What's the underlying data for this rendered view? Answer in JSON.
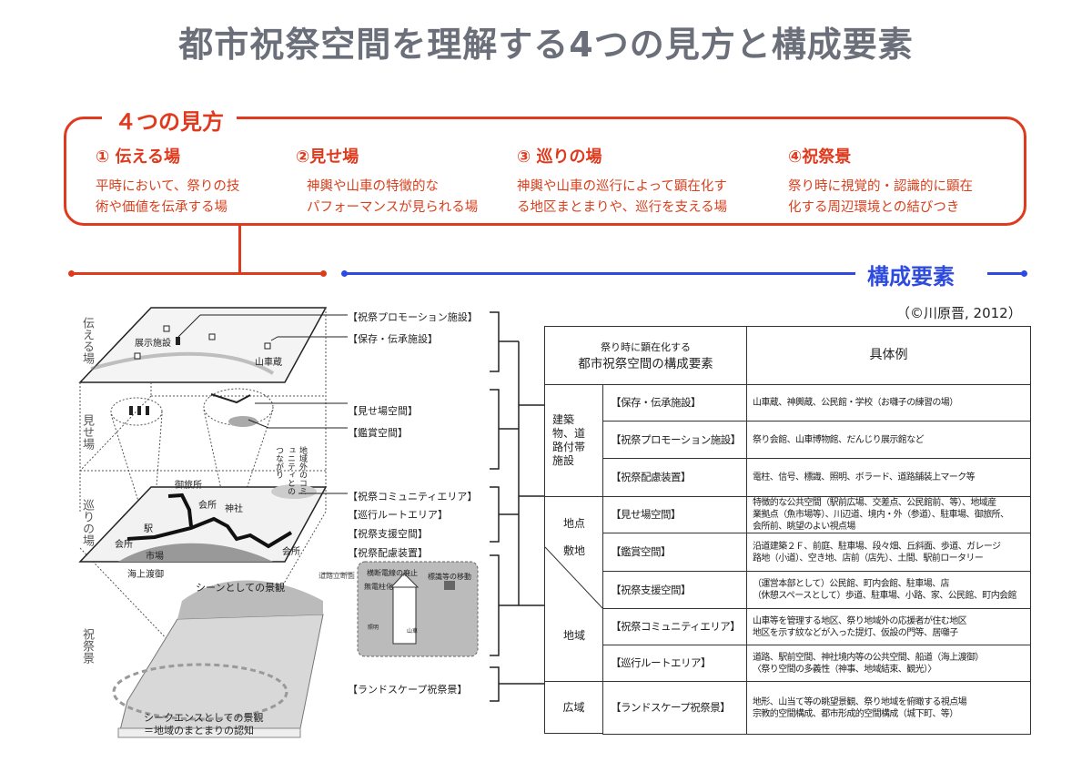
{
  "title": "都市祝祭空間を理解する4つの見方と構成要素",
  "views": {
    "label": "４つの見方",
    "items": [
      {
        "heading": "① 伝える場",
        "lines": [
          "平時において、祭りの技",
          "術や価値を伝承する場"
        ]
      },
      {
        "heading": "②見せ場",
        "lines": [
          "神輿や山車の特徴的な",
          "パフォーマンスが見られる場"
        ]
      },
      {
        "heading": "③ 巡りの場",
        "lines": [
          "神輿や山車の巡行によって顕在化す",
          "る地区まとまりや、巡行を支える場"
        ]
      },
      {
        "heading": "④祝祭景",
        "lines": [
          "祭り時に視覚的・認識的に顕在",
          "化する周辺環境との結びつき"
        ]
      }
    ]
  },
  "elements_label": "構成要素",
  "credit": "（©川原晋, 2012）",
  "colors": {
    "title": "#6b6f7a",
    "views": "#e03a1e",
    "elements": "#2e4be0"
  },
  "illustration": {
    "layers": [
      "伝える場",
      "見せ場",
      "巡りの場",
      "祝祭景"
    ],
    "labels": {
      "exhibit": "展示施設",
      "dashi_storage": "山車蔵",
      "otabisho": "御旅所",
      "kaisho": "会所",
      "shrine": "神社",
      "station": "駅",
      "market": "市場",
      "sea_crossing": "海上渡御",
      "community_link": "地域外のコミュニティとのつながり",
      "scene": "シーンとしての景観",
      "sequence": [
        "シークエンスとしての景観",
        "＝地域のまとまりの認知"
      ],
      "road_section": "道路立断面",
      "no_poles": "無電柱化",
      "wire_removal": "横断電線の廃止",
      "sign_move": "標識等の移動",
      "dashi": "山車",
      "lighting": "照明"
    },
    "callouts": [
      "【祝祭プロモーション施設】",
      "【保存・伝承施設】",
      "【見せ場空間】",
      "【鑑賞空間】",
      "【祝祭コミュニティエリア】",
      "【巡行ルートエリア】",
      "【祝祭支援空間】",
      "【祝祭配慮装置】",
      "【ランドスケープ祝祭景】"
    ]
  },
  "table": {
    "header": {
      "col1_line1": "祭り時に顕在化する",
      "col1_line2": "都市祝祭空間の構成要素",
      "col2": "具体例"
    },
    "groups": [
      {
        "label": "建築物、道路付帯施設"
      },
      {
        "label_top": "地点",
        "label_mid": "敷地",
        "label_bottom": "地域"
      },
      {
        "label": "広域"
      }
    ],
    "rows": [
      {
        "element": "【保存・伝承施設】",
        "examples": [
          "山車蔵、神輿蔵、公民館・学校（お囃子の練習の場）"
        ]
      },
      {
        "element": "【祝祭プロモーション施設】",
        "examples": [
          "祭り会館、山車博物館、だんじり展示館など"
        ]
      },
      {
        "element": "【祝祭配慮装置】",
        "examples": [
          "電柱、信号、標識、照明、ボラード、道路舗装上マーク等"
        ]
      },
      {
        "element": "【見せ場空間】",
        "examples": [
          "特徴的な公共空間（駅前広場、交差点、公民館前、等）、地域産",
          "業拠点（魚市場等）、川辺道、境内・外（参道）、駐車場、御旅所、",
          "会所前、眺望のよい視点場"
        ]
      },
      {
        "element": "【鑑賞空間】",
        "examples": [
          "沿道建築２Ｆ、前庭、駐車場、段々畑、丘斜面、歩道、ガレージ",
          "路地（小道）、空き地、店前（店先）、土間、駅前ロータリー"
        ]
      },
      {
        "element": "【祝祭支援空間】",
        "examples": [
          "（運営本部として）公民館、町内会館、駐車場、店",
          "（休憩スペースとして）歩道、駐車場、小路、家、公民館、町内会館"
        ]
      },
      {
        "element": "【祝祭コミュニティエリア】",
        "examples": [
          "山車等を管理する地区、祭り地域外の応援者が住む地区",
          "地区を示す紋などが入った提灯、仮設の門等、居囃子"
        ]
      },
      {
        "element": "【巡行ルートエリア】",
        "examples": [
          "道路、駅前空間、神社境内等の公共空間、船道（海上渡御）",
          "〈祭り空間の多義性（神事、地域結束、観光）〉"
        ]
      },
      {
        "element": "【ランドスケープ祝祭景】",
        "examples": [
          "地形、山当て等の眺望景観、祭り地域を俯瞰する視点場",
          "宗教的空間構成、都市形成的空間構成（城下町、等）"
        ]
      }
    ]
  }
}
